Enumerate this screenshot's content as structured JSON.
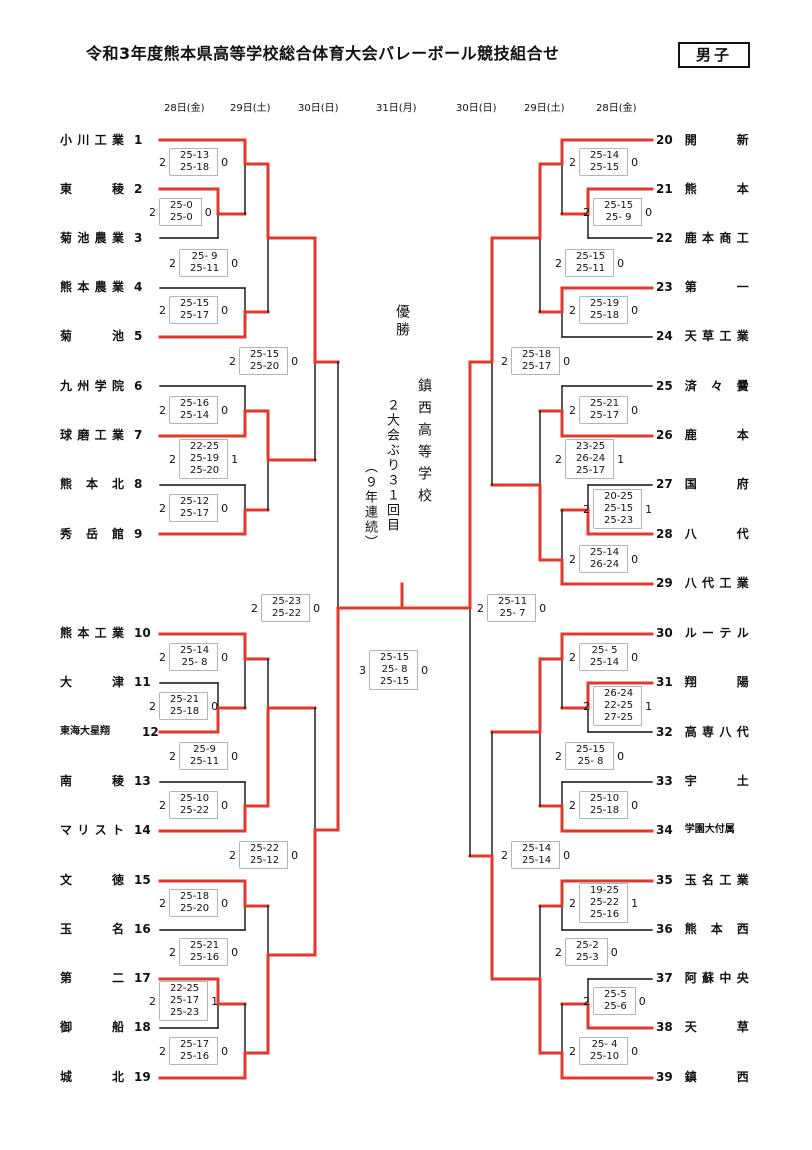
{
  "header": {
    "title": "令和3年度熊本県高等学校総合体育大会バレーボール競技組合せ",
    "gender": "男子"
  },
  "days": [
    "28日(金)",
    "29日(土)",
    "30日(日)",
    "31日(月)",
    "30日(日)",
    "29日(土)",
    "28日(金)"
  ],
  "teams_left": [
    {
      "num": "1",
      "name": "小川工業"
    },
    {
      "num": "2",
      "name": "東稜"
    },
    {
      "num": "3",
      "name": "菊池農業"
    },
    {
      "num": "4",
      "name": "熊本農業"
    },
    {
      "num": "5",
      "name": "菊池"
    },
    {
      "num": "6",
      "name": "九州学院"
    },
    {
      "num": "7",
      "name": "球磨工業"
    },
    {
      "num": "8",
      "name": "熊本北"
    },
    {
      "num": "9",
      "name": "秀岳館"
    },
    {
      "num": "10",
      "name": "熊本工業"
    },
    {
      "num": "11",
      "name": "大津"
    },
    {
      "num": "12",
      "name": "東海大星翔"
    },
    {
      "num": "13",
      "name": "南稜"
    },
    {
      "num": "14",
      "name": "マリスト"
    },
    {
      "num": "15",
      "name": "文徳"
    },
    {
      "num": "16",
      "name": "玉名"
    },
    {
      "num": "17",
      "name": "第二"
    },
    {
      "num": "18",
      "name": "御船"
    },
    {
      "num": "19",
      "name": "城北"
    }
  ],
  "teams_right": [
    {
      "num": "20",
      "name": "開新"
    },
    {
      "num": "21",
      "name": "熊本"
    },
    {
      "num": "22",
      "name": "鹿本商工"
    },
    {
      "num": "23",
      "name": "第一"
    },
    {
      "num": "24",
      "name": "天草工業"
    },
    {
      "num": "25",
      "name": "済々黌"
    },
    {
      "num": "26",
      "name": "鹿本"
    },
    {
      "num": "27",
      "name": "国府"
    },
    {
      "num": "28",
      "name": "八代"
    },
    {
      "num": "29",
      "name": "八代工業"
    },
    {
      "num": "30",
      "name": "ルーテル"
    },
    {
      "num": "31",
      "name": "翔陽"
    },
    {
      "num": "32",
      "name": "高専八代"
    },
    {
      "num": "33",
      "name": "宇土"
    },
    {
      "num": "34",
      "name": "学園大付属"
    },
    {
      "num": "35",
      "name": "玉名工業"
    },
    {
      "num": "36",
      "name": "熊本西"
    },
    {
      "num": "37",
      "name": "阿蘇中央"
    },
    {
      "num": "38",
      "name": "天草"
    },
    {
      "num": "39",
      "name": "鎮西"
    }
  ],
  "scores": [
    {
      "w": "2",
      "l": "0",
      "sets": [
        "25-13",
        "25-18"
      ]
    },
    {
      "w": "2",
      "l": "0",
      "sets": [
        "25-0",
        "25-0"
      ]
    },
    {
      "w": "2",
      "l": "0",
      "sets": [
        "25- 9",
        "25-11"
      ]
    },
    {
      "w": "2",
      "l": "0",
      "sets": [
        "25-15",
        "25-17"
      ]
    },
    {
      "w": "2",
      "l": "0",
      "sets": [
        "25-15",
        "25-20"
      ]
    },
    {
      "w": "2",
      "l": "0",
      "sets": [
        "25-16",
        "25-14"
      ]
    },
    {
      "w": "2",
      "l": "1",
      "sets": [
        "22-25",
        "25-19",
        "25-20"
      ]
    },
    {
      "w": "2",
      "l": "0",
      "sets": [
        "25-12",
        "25-17"
      ]
    },
    {
      "w": "2",
      "l": "0",
      "sets": [
        "25-23",
        "25-22"
      ]
    },
    {
      "w": "2",
      "l": "0",
      "sets": [
        "25-14",
        "25- 8"
      ]
    },
    {
      "w": "2",
      "l": "0",
      "sets": [
        "25-21",
        "25-18"
      ]
    },
    {
      "w": "2",
      "l": "0",
      "sets": [
        "25-9",
        "25-11"
      ]
    },
    {
      "w": "2",
      "l": "0",
      "sets": [
        "25-10",
        "25-22"
      ]
    },
    {
      "w": "2",
      "l": "0",
      "sets": [
        "25-22",
        "25-12"
      ]
    },
    {
      "w": "2",
      "l": "0",
      "sets": [
        "25-18",
        "25-20"
      ]
    },
    {
      "w": "2",
      "l": "0",
      "sets": [
        "25-21",
        "25-16"
      ]
    },
    {
      "w": "2",
      "l": "1",
      "sets": [
        "22-25",
        "25-17",
        "25-23"
      ]
    },
    {
      "w": "2",
      "l": "0",
      "sets": [
        "25-17",
        "25-16"
      ]
    },
    {
      "w": "3",
      "l": "0",
      "sets": [
        "25-15",
        "25- 8",
        "25-15"
      ]
    },
    {
      "w": "2",
      "l": "0",
      "sets": [
        "25-14",
        "25-15"
      ]
    },
    {
      "w": "2",
      "l": "0",
      "sets": [
        "25-15",
        "25- 9"
      ]
    },
    {
      "w": "2",
      "l": "0",
      "sets": [
        "25-15",
        "25-11"
      ]
    },
    {
      "w": "2",
      "l": "0",
      "sets": [
        "25-19",
        "25-18"
      ]
    },
    {
      "w": "2",
      "l": "0",
      "sets": [
        "25-18",
        "25-17"
      ]
    },
    {
      "w": "2",
      "l": "0",
      "sets": [
        "25-21",
        "25-17"
      ]
    },
    {
      "w": "2",
      "l": "1",
      "sets": [
        "23-25",
        "26-24",
        "25-17"
      ]
    },
    {
      "w": "2",
      "l": "1",
      "sets": [
        "20-25",
        "25-15",
        "25-23"
      ]
    },
    {
      "w": "2",
      "l": "0",
      "sets": [
        "25-14",
        "26-24"
      ]
    },
    {
      "w": "2",
      "l": "0",
      "sets": [
        "25-11",
        "25- 7"
      ]
    },
    {
      "w": "2",
      "l": "0",
      "sets": [
        "25- 5",
        "25-14"
      ]
    },
    {
      "w": "2",
      "l": "1",
      "sets": [
        "26-24",
        "22-25",
        "27-25"
      ]
    },
    {
      "w": "2",
      "l": "0",
      "sets": [
        "25-15",
        "25- 8"
      ]
    },
    {
      "w": "2",
      "l": "0",
      "sets": [
        "25-10",
        "25-18"
      ]
    },
    {
      "w": "2",
      "l": "0",
      "sets": [
        "25-14",
        "25-14"
      ]
    },
    {
      "w": "2",
      "l": "1",
      "sets": [
        "19-25",
        "25-22",
        "25-16"
      ]
    },
    {
      "w": "2",
      "l": "0",
      "sets": [
        "25-2",
        "25-3"
      ]
    },
    {
      "w": "2",
      "l": "0",
      "sets": [
        "25-5",
        "25-6"
      ]
    },
    {
      "w": "2",
      "l": "0",
      "sets": [
        "25- 4",
        "25-10"
      ]
    }
  ],
  "champion": {
    "label": "優勝",
    "school": "鎮西高等学校",
    "note1": "２大会ぶり３１回目",
    "note2": "（９年連続）"
  },
  "colors": {
    "winner_line": "#e03a2e",
    "line": "#111111",
    "score_box": "#a8b8cc"
  }
}
